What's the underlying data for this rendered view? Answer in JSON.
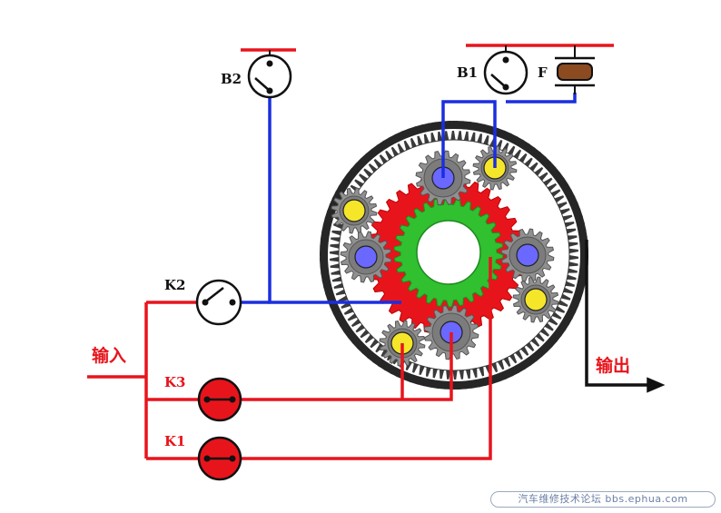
{
  "labels": {
    "b2": "B2",
    "b1": "B1",
    "f": "F",
    "k2": "K2",
    "k3": "K3",
    "k1": "K1",
    "input": "输入",
    "output": "输出"
  },
  "watermark": "汽车维修技术论坛 bbs.ephua.com",
  "colors": {
    "ring_gear": "#ffffff",
    "sun_gear": "#30c030",
    "carrier_gear": "#e8141c",
    "planet_gear": "#909090",
    "wire_blue": "#1a2ee0",
    "wire_red": "#e8141c",
    "wire_black": "#111111",
    "dot_blue": "#6a68ff",
    "dot_yellow": "#f5e62a",
    "clutch_fill": "#e8141c",
    "freewheel_fill": "#8b4a1f"
  }
}
